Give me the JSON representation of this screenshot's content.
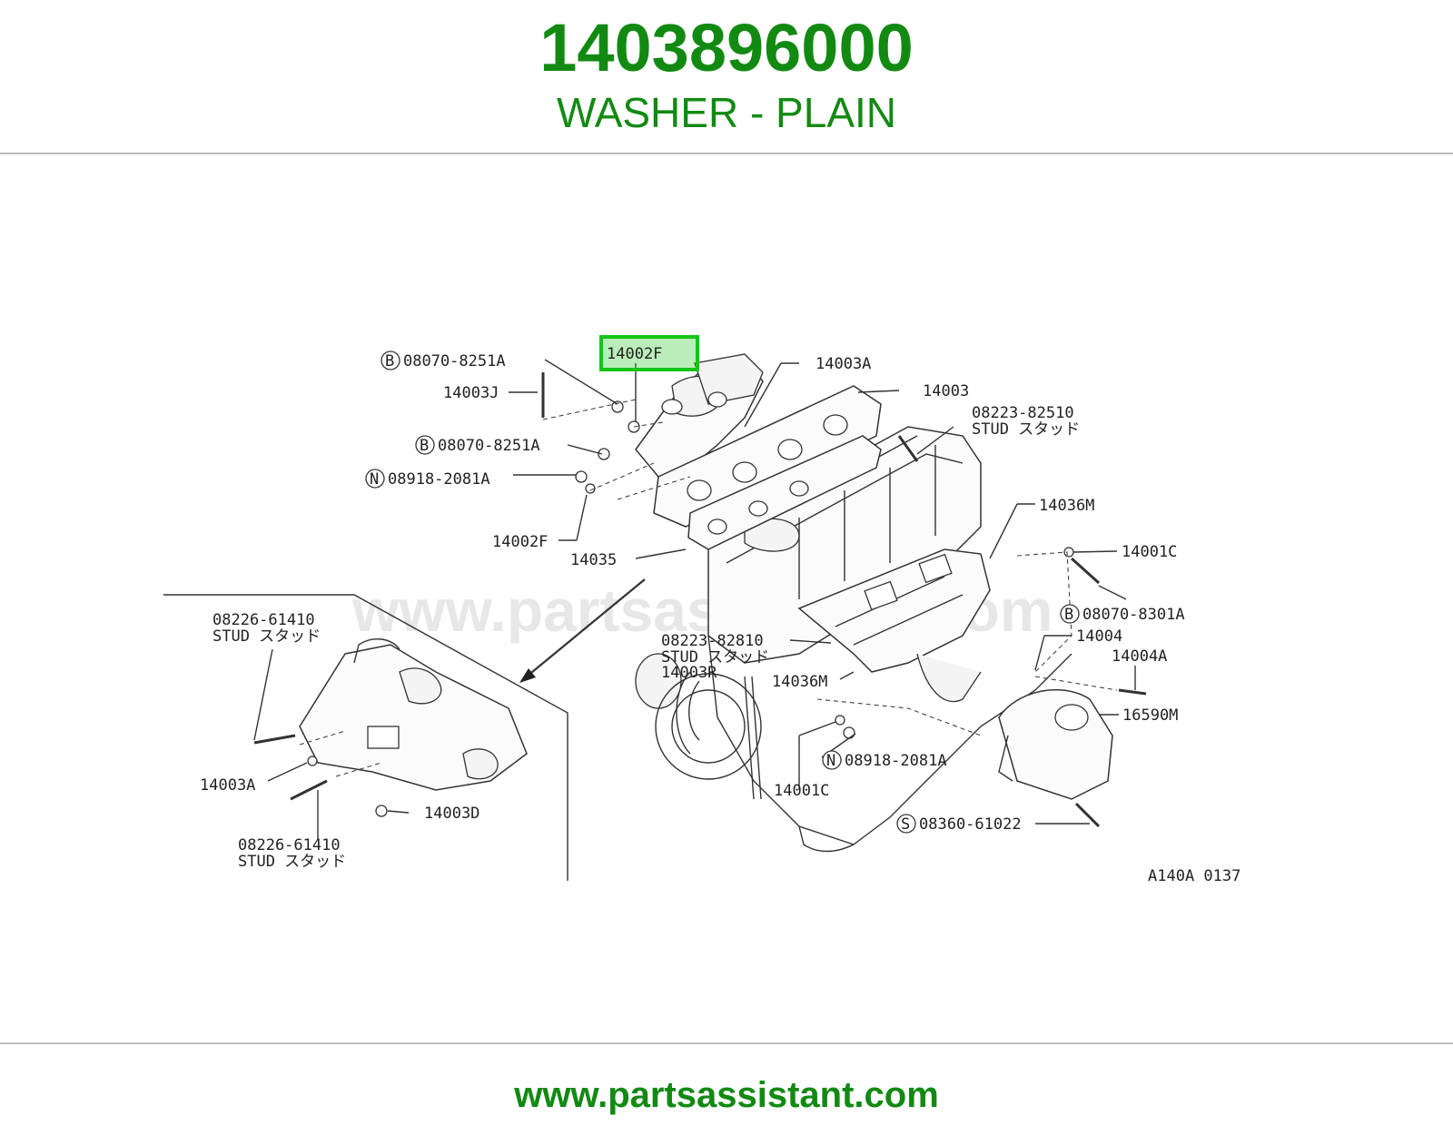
{
  "header": {
    "part_number": "1403896000",
    "part_name": "WASHER - PLAIN"
  },
  "footer": {
    "url": "www.partsassistant.com"
  },
  "diagram": {
    "watermark": "www.partsassistant.com",
    "figure_code": "A140A 0137",
    "highlighted_callout": "14002F",
    "callouts": {
      "c_08070_8251A_top": "08070-8251A",
      "c_14003J": "14003J",
      "c_14002F_top": "14002F",
      "c_14003A_top": "14003A",
      "c_14003": "14003",
      "c_08223_82510": "08223-82510",
      "c_stud_1": "STUD スタッド",
      "c_08070_8251A_mid": "08070-8251A",
      "c_08918_2081A_left": "08918-2081A",
      "c_14036M_top": "14036M",
      "c_14002F_left": "14002F",
      "c_14035": "14035",
      "c_14001C_right": "14001C",
      "c_08226_61410_top": "08226-61410",
      "c_stud_2": "STUD スタッド",
      "c_08070_8301A": "08070-8301A",
      "c_14004": "14004",
      "c_08223_82810": "08223-82810",
      "c_stud_3": "STUD スタッド",
      "c_14003R": "14003R",
      "c_14036M_bottom": "14036M",
      "c_14004A": "14004A",
      "c_16590M": "16590M",
      "c_14003A_left": "14003A",
      "c_08918_2081A_bottom": "08918-2081A",
      "c_14001C_bottom": "14001C",
      "c_14003D": "14003D",
      "c_08360_61022": "08360-61022",
      "c_08226_61410_bottom": "08226-61410",
      "c_stud_4": "STUD スタッド"
    },
    "markers": {
      "b1": "B",
      "b2": "B",
      "n1": "N",
      "b3": "B",
      "n2": "N",
      "s1": "S"
    }
  }
}
